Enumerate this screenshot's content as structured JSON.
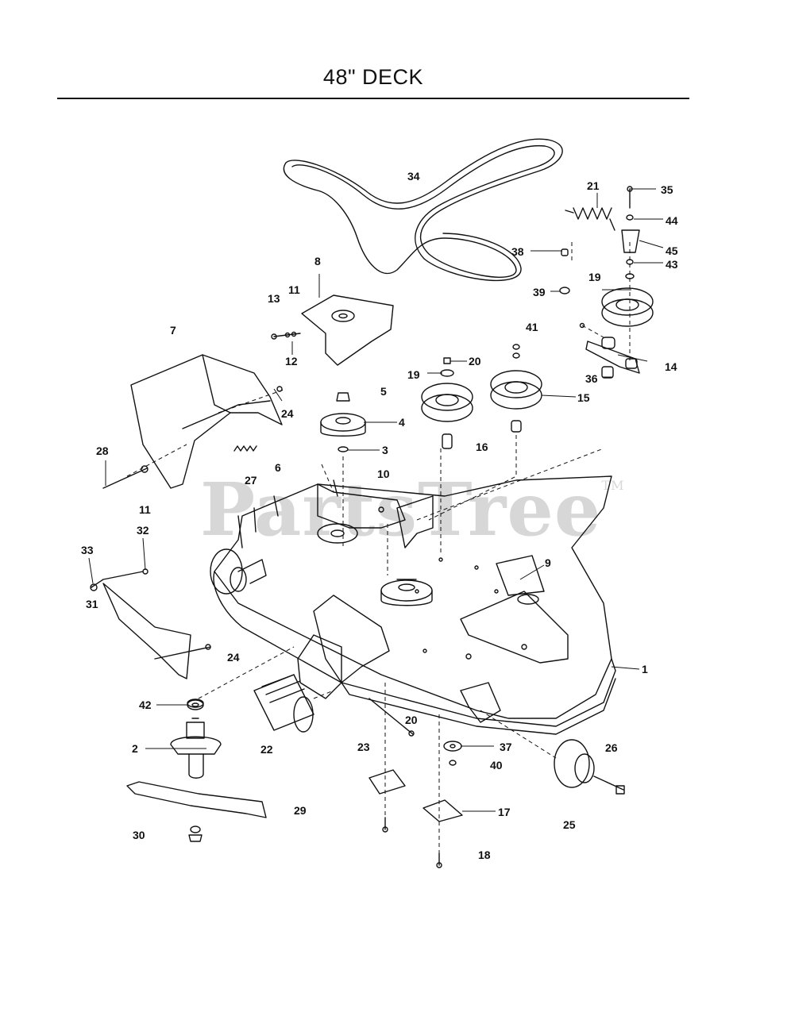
{
  "title": "48\" DECK",
  "watermark": {
    "text": "PartsTree",
    "mark": "TM"
  },
  "callouts": [
    "1",
    "2",
    "3",
    "4",
    "5",
    "6",
    "7",
    "8",
    "9",
    "10",
    "11",
    "11",
    "12",
    "13",
    "14",
    "15",
    "16",
    "17",
    "18",
    "19",
    "19",
    "20",
    "20",
    "21",
    "22",
    "23",
    "24",
    "24",
    "25",
    "26",
    "27",
    "28",
    "29",
    "30",
    "31",
    "32",
    "33",
    "34",
    "35",
    "36",
    "37",
    "38",
    "39",
    "40",
    "41",
    "42",
    "43",
    "44",
    "45"
  ]
}
